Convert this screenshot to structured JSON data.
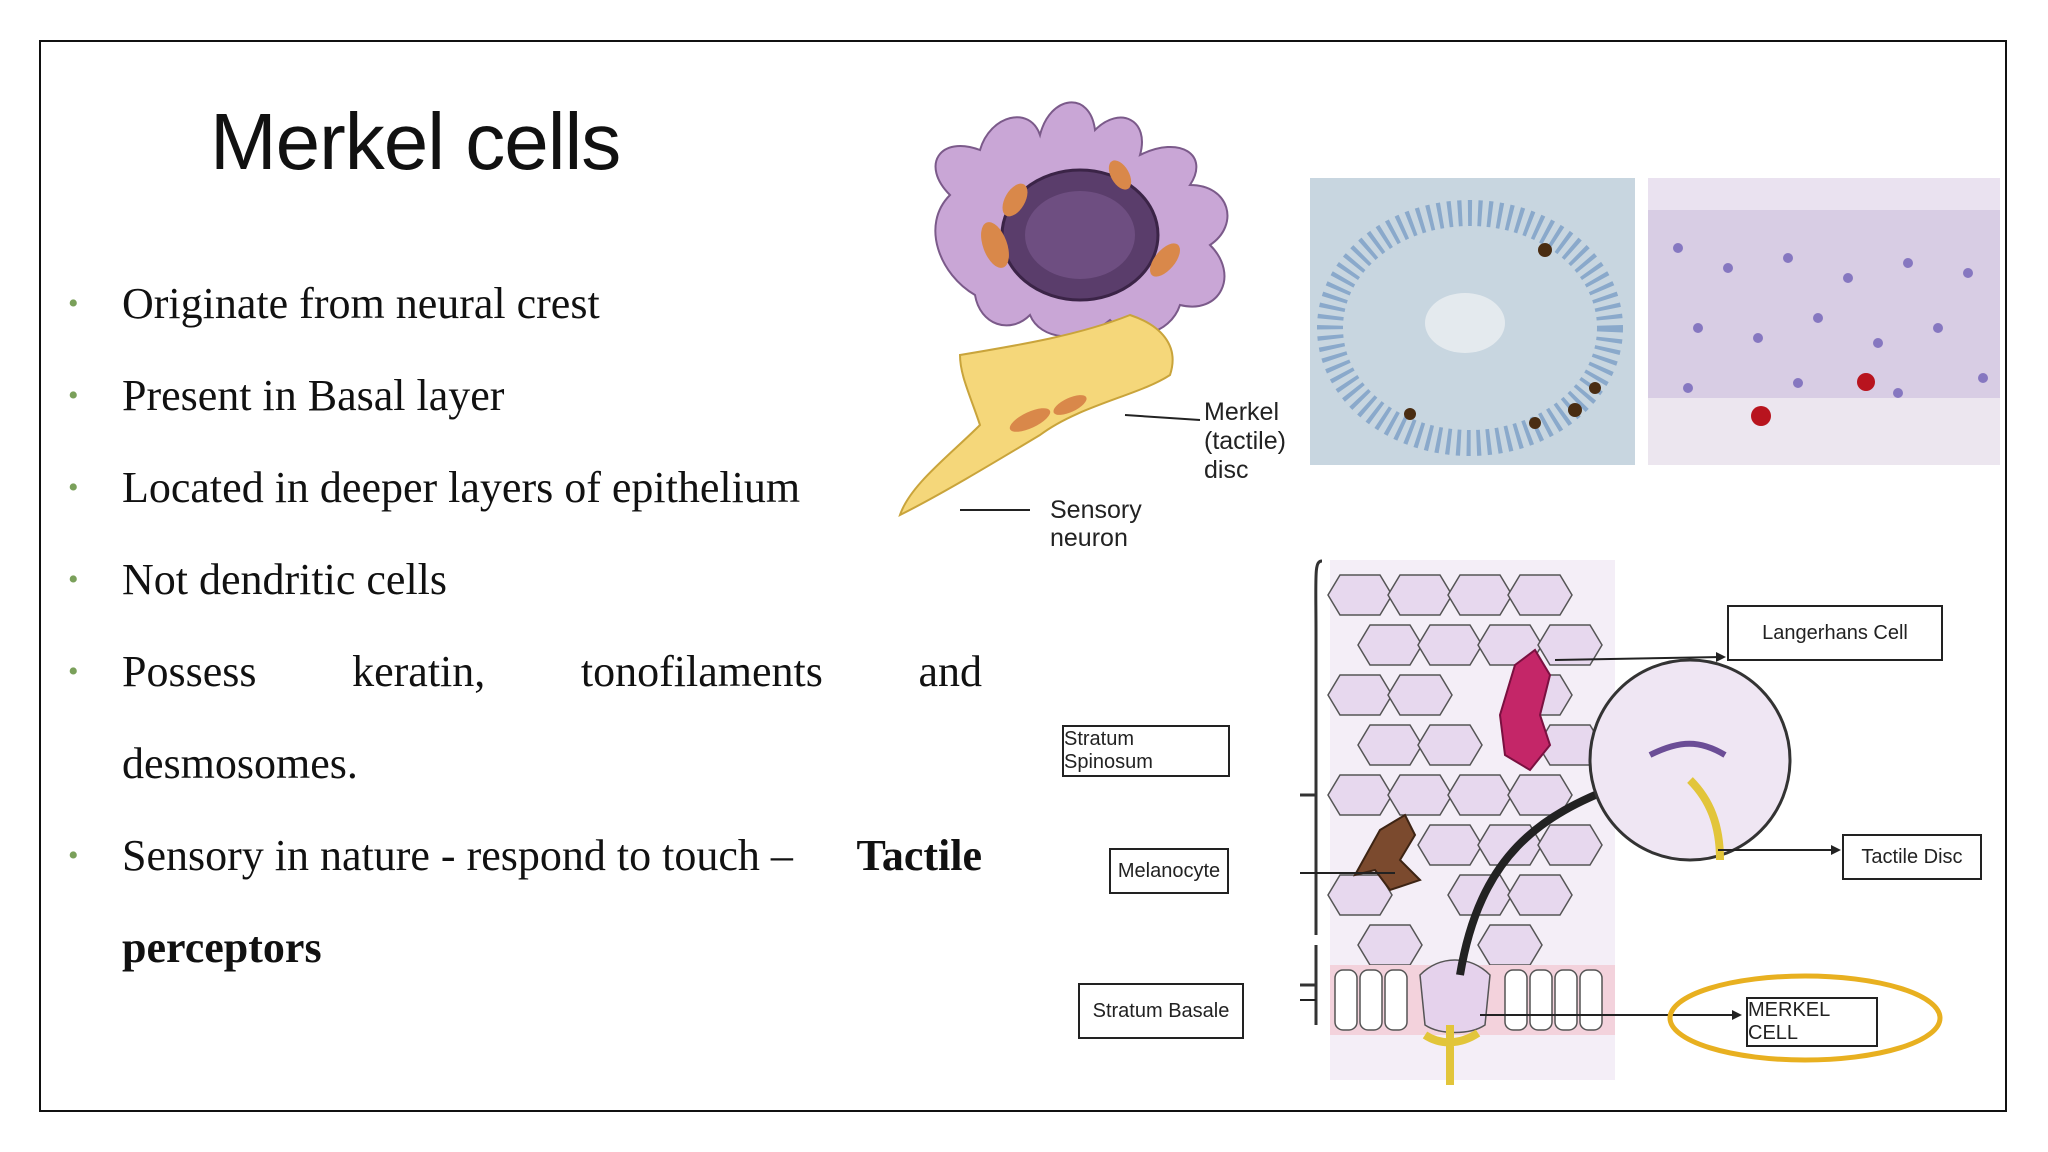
{
  "slide": {
    "title": "Merkel cells",
    "bullets": [
      {
        "text": "Originate from neural crest"
      },
      {
        "text": "Present in Basal layer"
      },
      {
        "text": "Located in deeper layers of epithelium"
      },
      {
        "text": "Not dendritic cells"
      },
      {
        "words": [
          "Possess",
          "keratin,",
          "tonofilaments",
          "and"
        ],
        "continuation": "desmosomes."
      },
      {
        "prefix": "Sensory in nature - respond to touch –",
        "bold_part1": "Tactile",
        "bold_part2": "perceptors"
      }
    ],
    "bullet_color": "#7aa05a"
  },
  "cell_diagram": {
    "label_disc": [
      "Merkel",
      "(tactile)",
      "disc"
    ],
    "label_neuron": [
      "Sensory",
      "neuron"
    ]
  },
  "epidermis_diagram": {
    "labels": {
      "langerhans": "Langerhans Cell",
      "spinosum": "Stratum Spinosum",
      "melanocyte": "Melanocyte",
      "basale": "Stratum Basale",
      "tactile_disc": "Tactile Disc",
      "merkel": "MERKEL CELL"
    },
    "highlight_color": "#e8b020"
  }
}
